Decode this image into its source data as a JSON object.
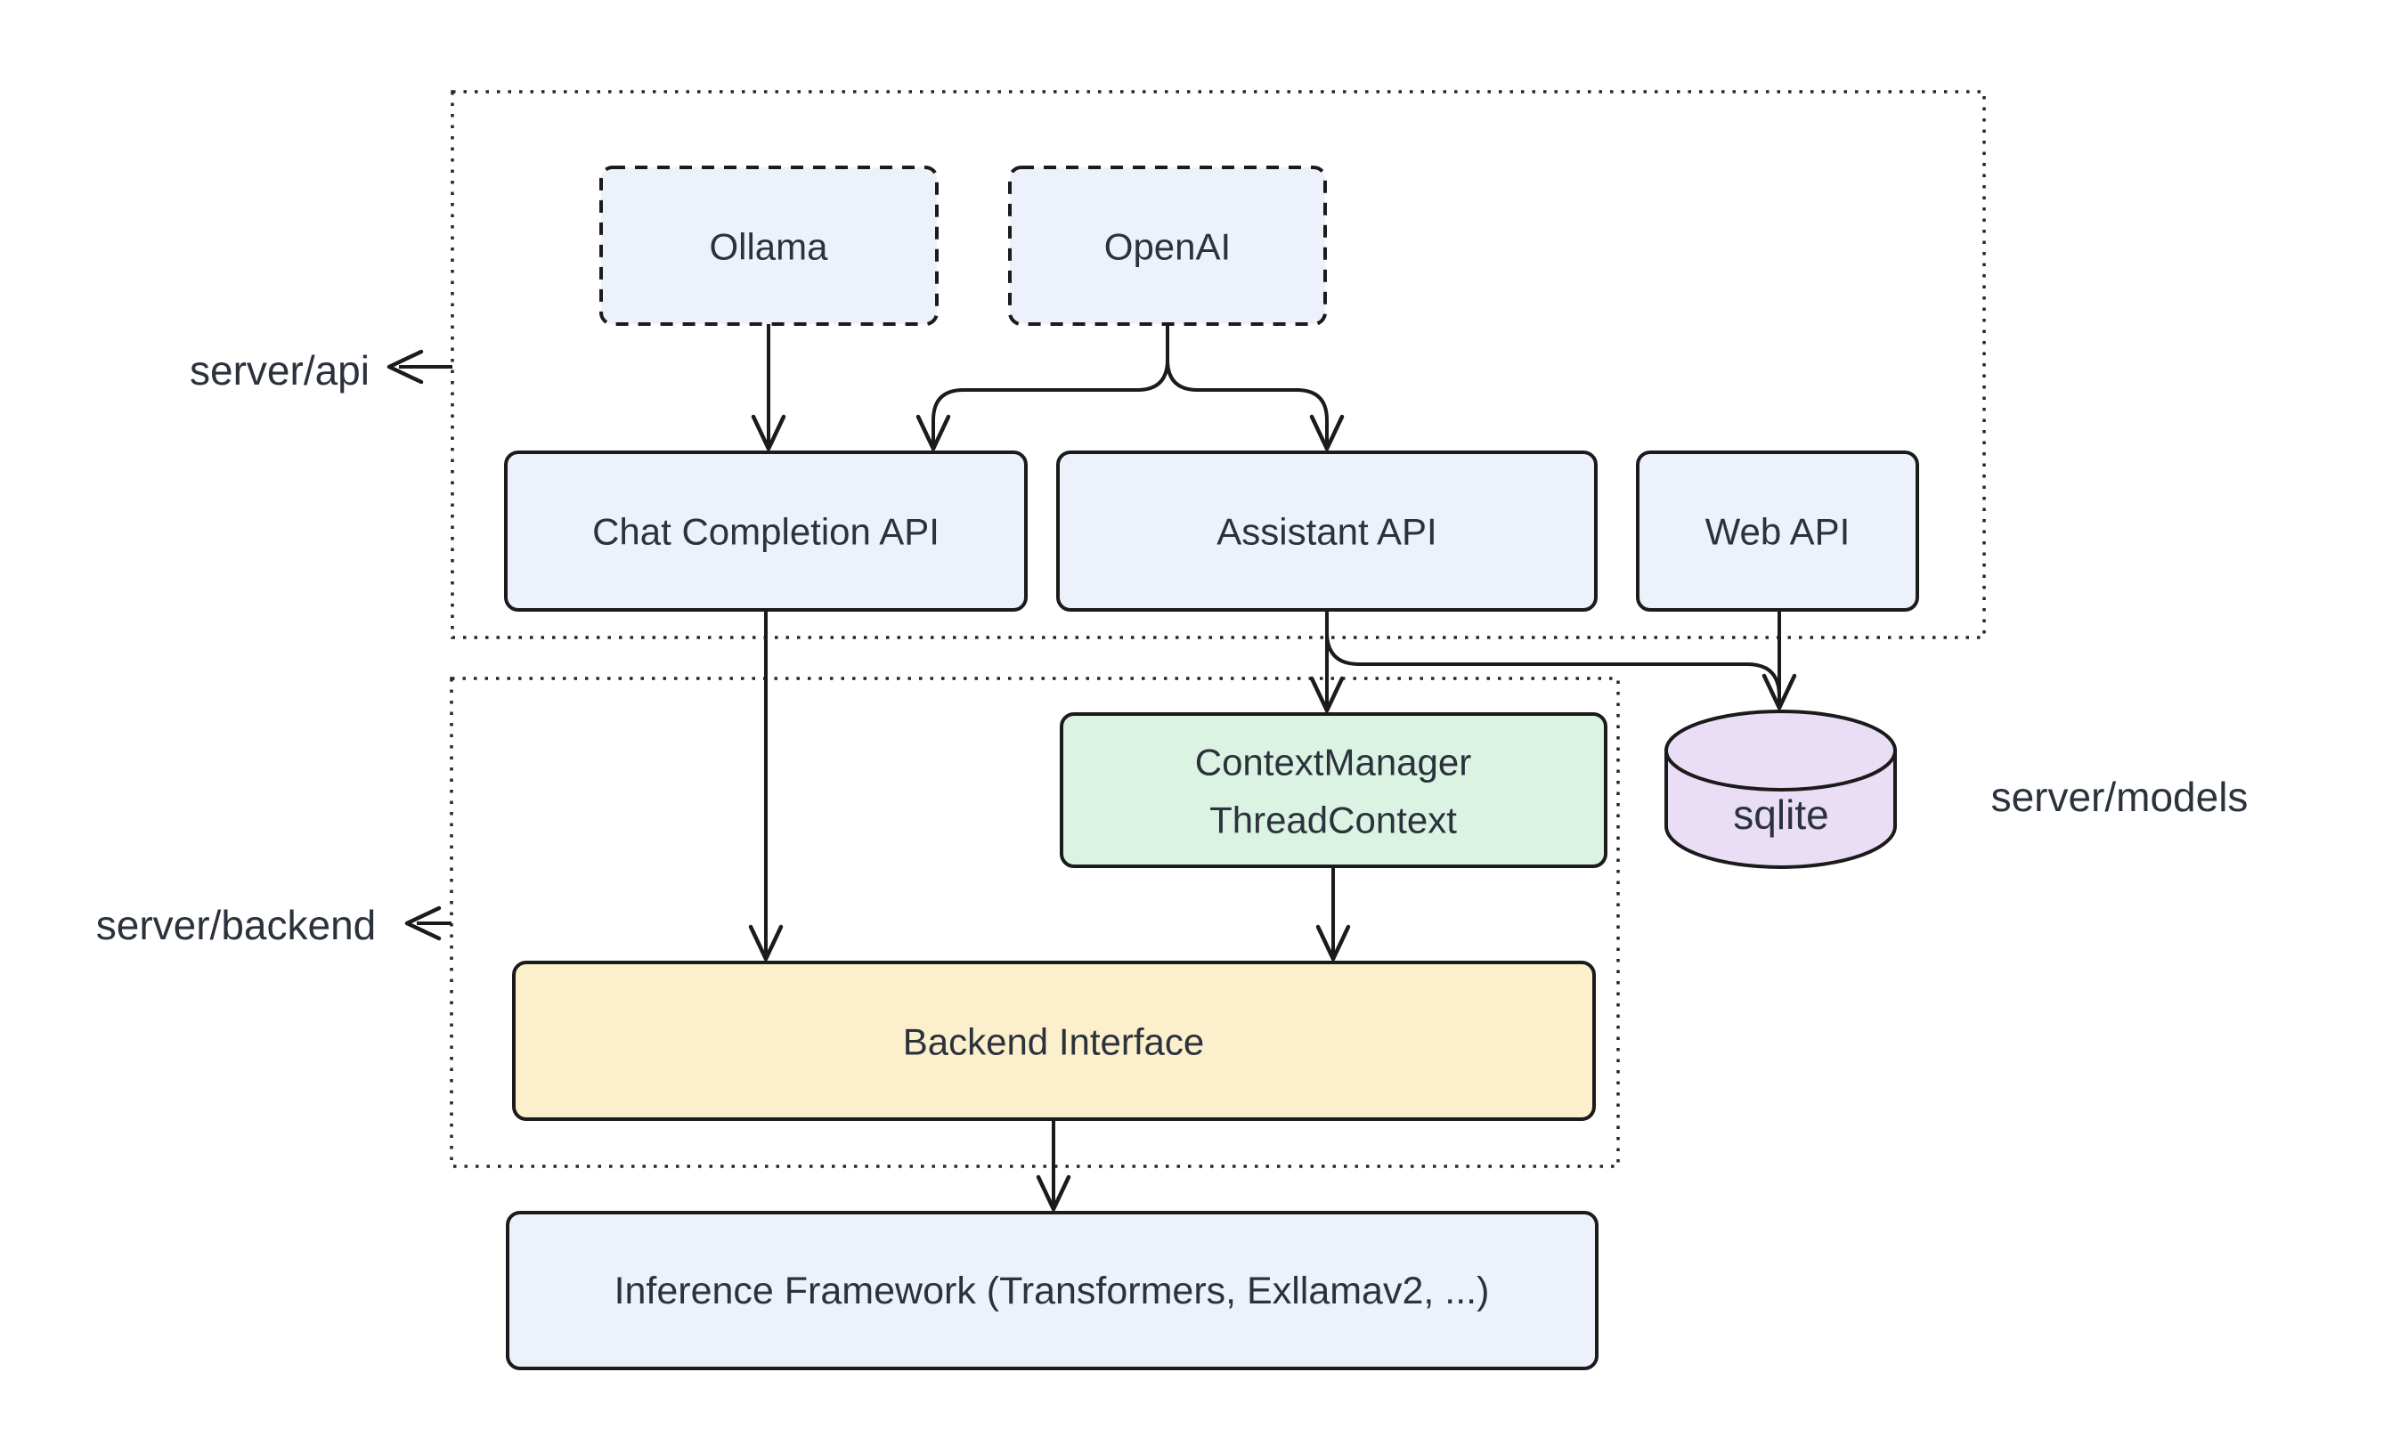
{
  "diagram": {
    "containers": {
      "api": {
        "label": "server/api"
      },
      "backend": {
        "label": "server/backend"
      },
      "models": {
        "label": "server/models"
      }
    },
    "nodes": {
      "ollama": {
        "label": "Ollama"
      },
      "openai": {
        "label": "OpenAI"
      },
      "chat_completion_api": {
        "label": "Chat Completion API"
      },
      "assistant_api": {
        "label": "Assistant API"
      },
      "web_api": {
        "label": "Web API"
      },
      "context_manager": {
        "line1": "ContextManager",
        "line2": "ThreadContext"
      },
      "sqlite": {
        "label": "sqlite"
      },
      "backend_interface": {
        "label": "Backend Interface"
      },
      "inference_framework": {
        "label": "Inference Framework (Transformers, Exllamav2, ...)"
      }
    },
    "colors": {
      "node_blue": "#edf1fb",
      "node_green": "#dbf3e3",
      "node_yellow": "#fcefcc",
      "node_purple": "#eadef7",
      "stroke": "#1b1b1b",
      "text": "#2b323c",
      "background": "#ffffff"
    }
  }
}
